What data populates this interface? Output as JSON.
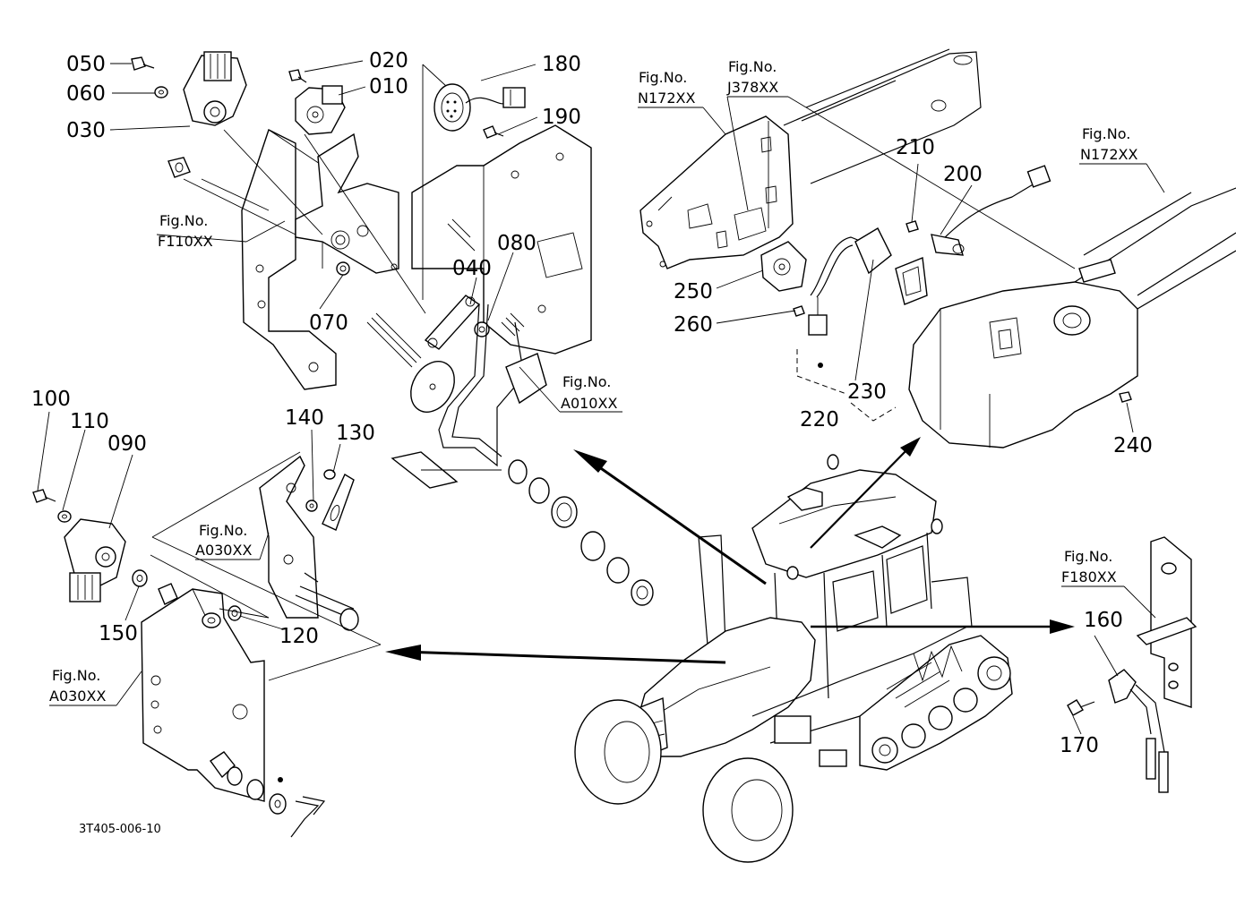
{
  "diagram_id": "3T405-006-10",
  "part_numbers": {
    "p010": "010",
    "p020": "020",
    "p030": "030",
    "p040": "040",
    "p050": "050",
    "p060": "060",
    "p070": "070",
    "p080": "080",
    "p090": "090",
    "p100": "100",
    "p110": "110",
    "p120": "120",
    "p130": "130",
    "p140": "140",
    "p150": "150",
    "p160": "160",
    "p170": "170",
    "p180": "180",
    "p190": "190",
    "p200": "200",
    "p210": "210",
    "p220": "220",
    "p230": "230",
    "p240": "240",
    "p250": "250",
    "p260": "260"
  },
  "figure_refs": {
    "label": "Fig.No.",
    "f110": "F110XX",
    "a010": "A010XX",
    "a030_upper": "A030XX",
    "a030_lower": "A030XX",
    "n172_left": "N172XX",
    "j378": "J378XX",
    "n172_right": "N172XX",
    "f180": "F180XX"
  }
}
